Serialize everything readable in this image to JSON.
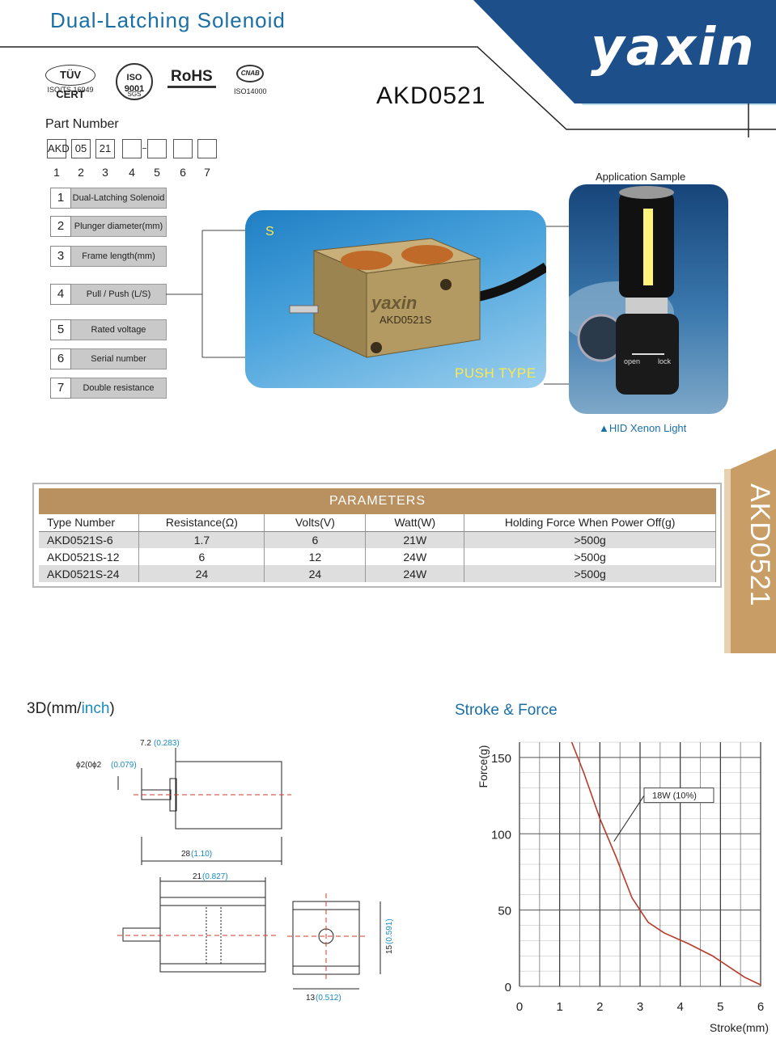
{
  "header": {
    "title": "Dual-Latching Solenoid",
    "brand": "yaxin",
    "model": "AKD0521",
    "certifications": [
      {
        "name": "TÜV CERT",
        "caption": "ISO/TS 16949"
      },
      {
        "name": "ISO 9001",
        "caption": "SGS"
      },
      {
        "name": "RoHS",
        "caption": ""
      },
      {
        "name": "CNAB",
        "caption": "ISO14000"
      }
    ]
  },
  "part_number": {
    "label": "Part Number",
    "boxes": [
      "AKD",
      "05",
      "21",
      "",
      "",
      "",
      ""
    ],
    "positions": [
      "1",
      "2",
      "3",
      "4",
      "5",
      "6",
      "7"
    ],
    "legend": [
      {
        "num": "1",
        "text": "Dual-Latching Solenoid"
      },
      {
        "num": "2",
        "text": "Plunger diameter(mm)"
      },
      {
        "num": "3",
        "text": "Frame length(mm)"
      },
      {
        "num": "4",
        "text": "Pull / Push (L/S)"
      },
      {
        "num": "5",
        "text": "Rated voltage"
      },
      {
        "num": "6",
        "text": "Serial number"
      },
      {
        "num": "7",
        "text": "Double resistance"
      }
    ]
  },
  "product": {
    "variant_code": "S",
    "type_label": "PUSH TYPE",
    "marking_brand": "yaxin",
    "marking_model": "AKD0521S"
  },
  "application": {
    "label": "Application Sample",
    "caption": "▲HID Xenon Light",
    "knob_left": "open",
    "knob_right": "lock"
  },
  "side_tab": {
    "text": "AKD0521"
  },
  "parameters": {
    "title": "PARAMETERS",
    "headers": [
      "Type Number",
      "Resistance(Ω)",
      "Volts(V)",
      "Watt(W)",
      "Holding Force When Power Off(g)"
    ],
    "rows": [
      [
        "AKD0521S-6",
        "1.7",
        "6",
        "21W",
        ">500g"
      ],
      [
        "AKD0521S-12",
        "6",
        "12",
        "24W",
        ">500g"
      ],
      [
        "AKD0521S-24",
        "24",
        "24",
        "24W",
        ">500g"
      ]
    ]
  },
  "drawing": {
    "title_prefix": "3D(mm/",
    "title_unit": "inch",
    "title_suffix": ")",
    "dims": {
      "d1_mm": "7.2",
      "d1_in": "(0.283)",
      "d2_prefix": "ϕ2(0ϕ2",
      "d2_in": "(0.079)",
      "d3_mm": "28",
      "d3_in": "(1.10)",
      "d4_mm": "21",
      "d4_in": "(0.827)",
      "d5_mm": "15",
      "d5_in": "(0.591)",
      "d6_mm": "13",
      "d6_in": "(0.512)"
    }
  },
  "chart_title": "Stroke & Force",
  "chart_data": {
    "type": "line",
    "title": "Stroke & Force",
    "xlabel": "Stroke(mm)",
    "ylabel": "Force(g)",
    "xlim": [
      0,
      6
    ],
    "ylim": [
      0,
      160
    ],
    "x_ticks": [
      0,
      1,
      2,
      3,
      4,
      5,
      6
    ],
    "y_ticks": [
      0,
      50,
      100,
      150
    ],
    "grid": true,
    "series": [
      {
        "name": "18W (10%)",
        "color": "#b83a2a",
        "x": [
          1.3,
          1.6,
          2.0,
          2.4,
          2.8,
          3.2,
          3.6,
          4.2,
          4.8,
          5.2,
          5.6,
          6.0
        ],
        "y": [
          160,
          140,
          110,
          85,
          58,
          42,
          35,
          28,
          20,
          13,
          6,
          1
        ]
      }
    ]
  }
}
